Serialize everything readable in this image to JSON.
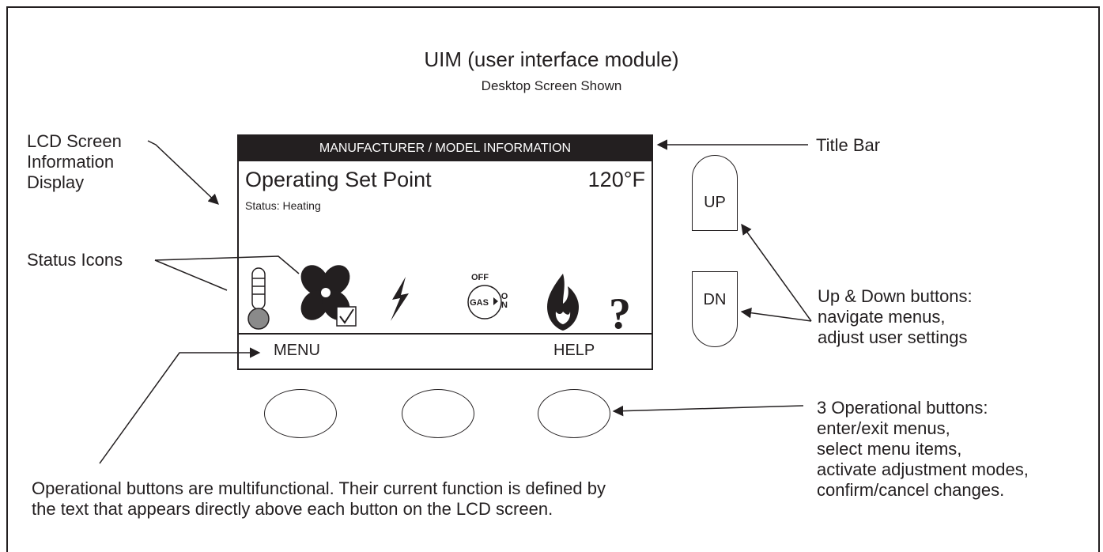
{
  "header": {
    "title": "UIM (user interface module)",
    "subtitle": "Desktop Screen Shown"
  },
  "labels": {
    "lcd_screen": [
      "LCD Screen",
      "Information",
      "Display"
    ],
    "status_icons": "Status Icons",
    "title_bar": "Title Bar",
    "up_down": [
      "Up & Down buttons:",
      "navigate menus,",
      "adjust user settings"
    ],
    "operational": [
      "3 Operational buttons:",
      "enter/exit menus,",
      "select menu items,",
      "activate adjustment modes,",
      "confirm/cancel changes."
    ],
    "footer": [
      "Operational buttons are multifunctional. Their current function is defined by",
      "the text that appears directly above each button on the LCD screen."
    ]
  },
  "lcd": {
    "title_bar": "MANUFACTURER / MODEL INFORMATION",
    "setpoint_label": "Operating Set Point",
    "setpoint_value": "120°F",
    "status": "Status: Heating",
    "softkey_left": "MENU",
    "softkey_right": "HELP",
    "icons": [
      "thermometer-icon",
      "fan-icon",
      "lightning-icon",
      "gas-valve-icon",
      "flame-icon",
      "question-icon"
    ],
    "gas_off": "OFF",
    "gas": "GAS",
    "gas_on": "ON",
    "help_glyph": "?"
  },
  "buttons": {
    "up": "UP",
    "dn": "DN"
  }
}
